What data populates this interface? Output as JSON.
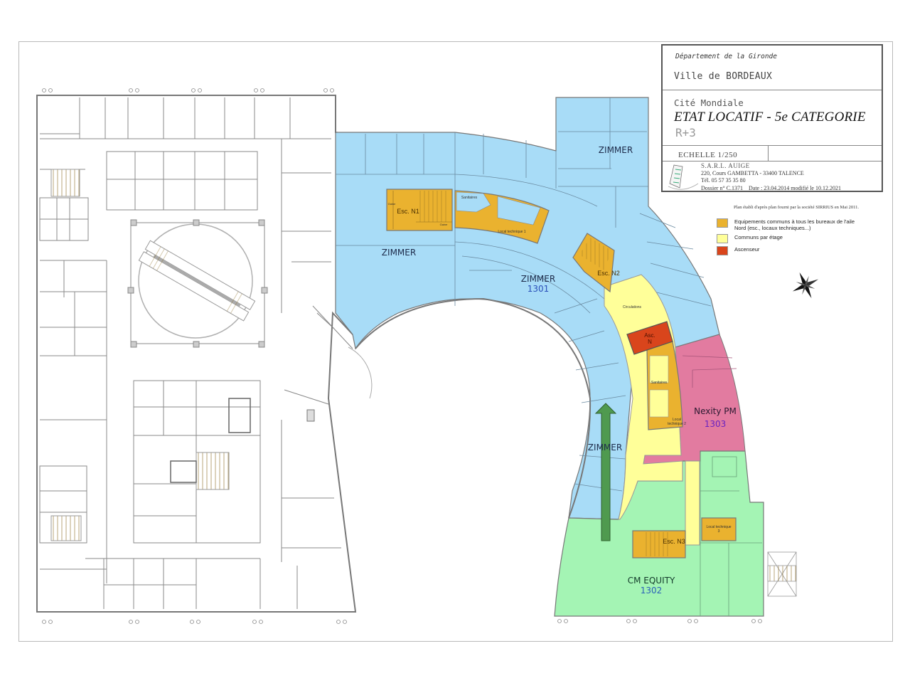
{
  "title_block": {
    "department": "Département de la Gironde",
    "city": "Ville de BORDEAUX",
    "site": "Cité Mondiale",
    "document_title": "ETAT LOCATIF - 5e CATEGORIE",
    "level": "R+3",
    "scale": "ECHELLE 1/250",
    "company": {
      "name": "S.A.R.L. AUIGE",
      "address": "220, Cours GAMBETTA - 33400 TALENCE",
      "phone": "Tél. 05 57 35 35 80",
      "dossier": "Dossier n° C.1371",
      "date": "Date : 23.04.2014 modifié le 10.12.2021"
    }
  },
  "legend": {
    "note": "Plan établi d'après plan fourni par la société SIRRIUS en Mai 2011.",
    "items": [
      {
        "label": "Equipements communs à tous les bureaux de l'aile Nord (esc., locaux techniques...)",
        "color": "#eab22f"
      },
      {
        "label": "Communs par étage",
        "color": "#ffff99"
      },
      {
        "label": "Ascenseur",
        "color": "#d9451c"
      }
    ]
  },
  "colors": {
    "zimmer": "#a8dcf7",
    "cm_equity": "#a4f4b4",
    "nexity": "#e27ba0",
    "common_north": "#eab22f",
    "common_floor": "#ffff99",
    "elevator": "#d9451c",
    "arrow": "#4f9a4f",
    "walls": "#7a7a7a"
  },
  "tenants": [
    {
      "name": "ZIMMER",
      "unit": ""
    },
    {
      "name": "ZIMMER",
      "unit": ""
    },
    {
      "name": "ZIMMER",
      "unit": "1301"
    },
    {
      "name": "ZIMMER",
      "unit": ""
    },
    {
      "name": "Nexity PM",
      "unit": "1303"
    },
    {
      "name": "CM EQUITY",
      "unit": "1302"
    }
  ],
  "rooms": {
    "esc_n1": "Esc. N1",
    "esc_n2": "Esc. N2",
    "esc_n3": "Esc. N3",
    "asc_n": "Asc. N",
    "sanitaires_1": "Sanitaires",
    "sanitaires_2": "Sanitaires",
    "local_tech_1": "Local technique 1",
    "local_tech_2": "Local technique 2",
    "local_tech_3": "Local technique 3",
    "circulations": "Circulations",
    "gaine_1": "Gaine",
    "gaine_2": "Gaine"
  },
  "compass": {
    "icon": "compass-rose-icon"
  },
  "direction_arrow": {
    "icon": "arrow-up-icon"
  }
}
